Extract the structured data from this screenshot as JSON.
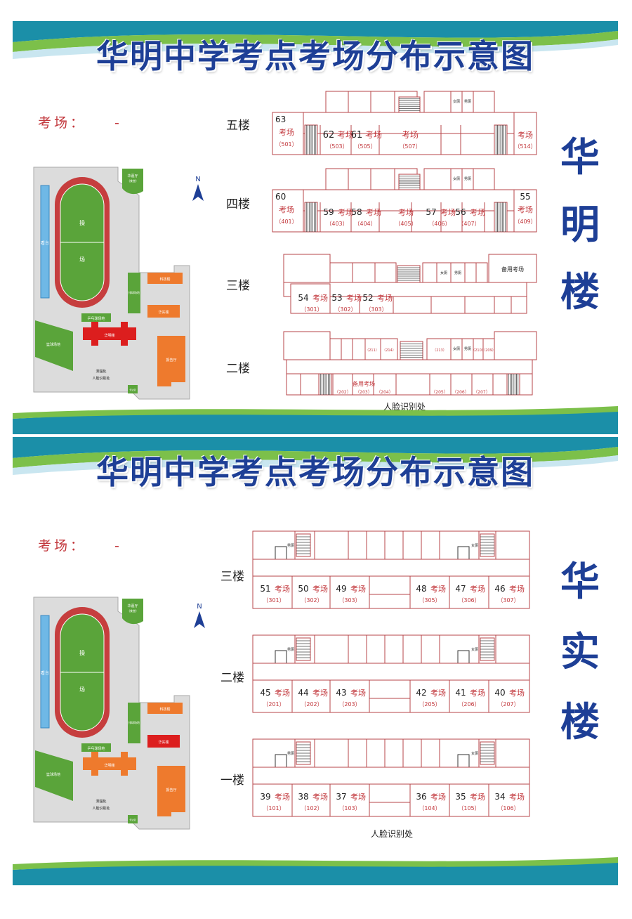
{
  "title": "华明中学考点考场分布示意图",
  "exam_label": "考场：",
  "exam_value": "-",
  "north_label": "N",
  "face_recognition": "人脸识别处",
  "campus_labels": {
    "stand": "看台",
    "field_top": "操",
    "field_bottom": "场",
    "hall": "华嘉厅",
    "hall_sub": "(食堂)",
    "tech": "科技楼",
    "tennis": "排球场地",
    "pingpong": "乒乓球场地",
    "huashi": "华实楼",
    "basketball": "篮球场地",
    "huaming": "华明楼",
    "gym": "报告厅",
    "checkpoint": "测温处",
    "checkpoint2": "人脸识别处",
    "gate": "传达室"
  },
  "poster1": {
    "building_chars": [
      "华",
      "明",
      "楼"
    ],
    "floors": [
      {
        "label": "五楼",
        "rooms": [
          {
            "num": "63",
            "name": "考场",
            "code": "（501）"
          },
          {
            "num": "62",
            "name": "考场",
            "code": "（503）"
          },
          {
            "num": "61",
            "name": "考场",
            "code": "（505）"
          },
          {
            "num": "",
            "name": "考场",
            "code": "（507）"
          },
          {
            "num": "",
            "name": "考场",
            "code": "（514）"
          }
        ],
        "toilets": [
          "女厕",
          "男厕"
        ]
      },
      {
        "label": "四楼",
        "rooms": [
          {
            "num": "60",
            "name": "考场",
            "code": "（401）"
          },
          {
            "num": "59",
            "name": "考场",
            "code": "（403）"
          },
          {
            "num": "58",
            "name": "考场",
            "code": "（404）"
          },
          {
            "num": "",
            "name": "考场",
            "code": "（405）"
          },
          {
            "num": "57",
            "name": "考场",
            "code": "（406）"
          },
          {
            "num": "56",
            "name": "考场",
            "code": "（407）"
          },
          {
            "num": "55",
            "name": "考场",
            "code": "（409）"
          }
        ],
        "toilets": [
          "女厕",
          "男厕"
        ]
      },
      {
        "label": "三楼",
        "rooms": [
          {
            "num": "54",
            "name": "考场",
            "code": "（301）"
          },
          {
            "num": "53",
            "name": "考场",
            "code": "（302）"
          },
          {
            "num": "52",
            "name": "考场",
            "code": "（303）"
          }
        ],
        "backup": "备用考场",
        "toilets": [
          "女厕",
          "男厕"
        ]
      },
      {
        "label": "二楼",
        "top_codes": [
          "（211）",
          "（214）",
          "（213）",
          "（210）",
          "（209）"
        ],
        "bottom_codes": [
          "（202）",
          "（203）",
          "（204）",
          "（205）",
          "（206）",
          "（207）"
        ],
        "backup": "备用考场",
        "toilets": [
          "女厕",
          "男厕"
        ]
      }
    ]
  },
  "poster2": {
    "building_chars": [
      "华",
      "实",
      "楼"
    ],
    "floors": [
      {
        "label": "三楼",
        "rooms": [
          {
            "num": "51",
            "name": "考场",
            "code": "（301）"
          },
          {
            "num": "50",
            "name": "考场",
            "code": "（302）"
          },
          {
            "num": "49",
            "name": "考场",
            "code": "（303）"
          },
          {
            "num": "48",
            "name": "考场",
            "code": "（305）"
          },
          {
            "num": "47",
            "name": "考场",
            "code": "（306）"
          },
          {
            "num": "46",
            "name": "考场",
            "code": "（307）"
          }
        ],
        "toilets": [
          "男厕",
          "女厕"
        ]
      },
      {
        "label": "二楼",
        "rooms": [
          {
            "num": "45",
            "name": "考场",
            "code": "（201）"
          },
          {
            "num": "44",
            "name": "考场",
            "code": "（202）"
          },
          {
            "num": "43",
            "name": "考场",
            "code": "（203）"
          },
          {
            "num": "42",
            "name": "考场",
            "code": "（205）"
          },
          {
            "num": "41",
            "name": "考场",
            "code": "（206）"
          },
          {
            "num": "40",
            "name": "考场",
            "code": "（207）"
          }
        ],
        "toilets": [
          "男厕",
          "女厕"
        ]
      },
      {
        "label": "一楼",
        "rooms": [
          {
            "num": "39",
            "name": "考场",
            "code": "（101）"
          },
          {
            "num": "38",
            "name": "考场",
            "code": "（102）"
          },
          {
            "num": "37",
            "name": "考场",
            "code": "（103）"
          },
          {
            "num": "36",
            "name": "考场",
            "code": "（104）"
          },
          {
            "num": "35",
            "name": "考场",
            "code": "（105）"
          },
          {
            "num": "34",
            "name": "考场",
            "code": "（106）"
          }
        ],
        "toilets": [
          "男厕",
          "女厕"
        ]
      }
    ]
  },
  "colors": {
    "title_blue": "#1e3f96",
    "plan_red": "#b7464a",
    "room_red": "#c2373c",
    "banner_teal": "#1b8fa8",
    "banner_green": "#7cc04a",
    "building_orange": "#ee7a2d",
    "building_red": "#dc1e1e",
    "field_green": "#5aa43a"
  }
}
